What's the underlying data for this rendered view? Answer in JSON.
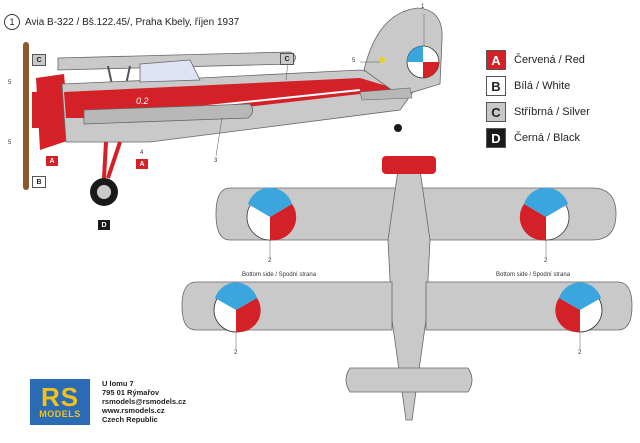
{
  "caption": {
    "number": "1",
    "text": "Avia B-322 / Bš.122.45/, Praha Kbely, říjen 1937"
  },
  "legend": [
    {
      "letter": "A",
      "label": "Červená / Red",
      "color": "#d42027",
      "text_color": "#ffffff"
    },
    {
      "letter": "B",
      "label": "Bílá / White",
      "color": "#ffffff",
      "text_color": "#222222"
    },
    {
      "letter": "C",
      "label": "Stříbrná / Silver",
      "color": "#c8c8c8",
      "text_color": "#222222"
    },
    {
      "letter": "D",
      "label": "Černá / Black",
      "color": "#1a1a1a",
      "text_color": "#ffffff"
    }
  ],
  "bottom_side_label": "Bottom side / Spodní strana",
  "callouts": {
    "n1": "1",
    "n2": "2",
    "n3": "3",
    "n4": "4",
    "n5": "5",
    "tag_c": "C",
    "tag_a": "A",
    "tag_b": "B",
    "tag_d": "D"
  },
  "fuselage_code": "0.2",
  "logo": {
    "top": "RS",
    "bottom": "MODELS"
  },
  "address": [
    "U lomu 7",
    "795 01 Rýmařov",
    "rsmodels@rsmodels.cz",
    "www.rsmodels.cz",
    "Czech Republic"
  ],
  "colors": {
    "silver": "#c9c9c9",
    "red": "#d42027",
    "blue": "#3aa6dd",
    "black": "#1a1a1a"
  }
}
